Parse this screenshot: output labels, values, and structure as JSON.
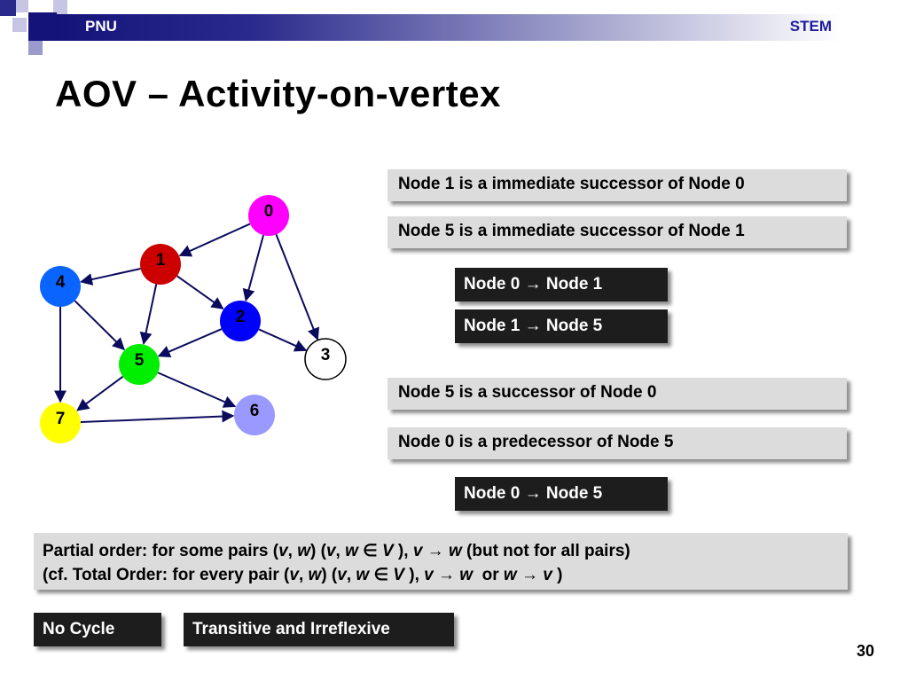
{
  "header": {
    "left_label": "PNU",
    "right_label": "STEM"
  },
  "title": "AOV – Activity-on-vertex",
  "graph": {
    "nodes": [
      {
        "id": "0",
        "color": "#ff00ff",
        "text_color": "#000000"
      },
      {
        "id": "1",
        "color": "#cc0000",
        "text_color": "#000000"
      },
      {
        "id": "2",
        "color": "#0000ff",
        "text_color": "#000000"
      },
      {
        "id": "3",
        "color": "#ffffff",
        "text_color": "#000000"
      },
      {
        "id": "4",
        "color": "#0a64ff",
        "text_color": "#000000"
      },
      {
        "id": "5",
        "color": "#00ee00",
        "text_color": "#000000"
      },
      {
        "id": "6",
        "color": "#9999ff",
        "text_color": "#000000"
      },
      {
        "id": "7",
        "color": "#ffff00",
        "text_color": "#000000"
      }
    ],
    "edges": [
      [
        "0",
        "1"
      ],
      [
        "0",
        "2"
      ],
      [
        "0",
        "3"
      ],
      [
        "1",
        "4"
      ],
      [
        "1",
        "2"
      ],
      [
        "1",
        "5"
      ],
      [
        "4",
        "5"
      ],
      [
        "4",
        "7"
      ],
      [
        "2",
        "5"
      ],
      [
        "2",
        "3"
      ],
      [
        "5",
        "7"
      ],
      [
        "5",
        "6"
      ],
      [
        "7",
        "6"
      ]
    ],
    "edge_color": "#0b0b5e"
  },
  "statements": {
    "s1": "Node 1 is a immediate successor of Node 0",
    "s2": "Node 5 is a immediate successor of Node 1",
    "d1": "Node 0 → Node 1",
    "d2": "Node 1 → Node 5",
    "s3": "Node 5 is a successor of Node 0",
    "s4": "Node 0 is a predecessor of Node 5",
    "d3": "Node 0 → Node 5"
  },
  "partial_order": {
    "line1": {
      "a": "Partial order: for some pairs (",
      "v1": "v",
      "c1": ", ",
      "w1": "w",
      "b": ") (",
      "v2": "v",
      "c2": ", ",
      "w2": "w",
      "in": " ∈ ",
      "V": "V",
      "d": " ), ",
      "v3": "v",
      "arrow": " → ",
      "w3": "w",
      "tail": " (but not for all pairs)"
    },
    "line2": {
      "a": "(cf. Total Order: for every pair (",
      "v1": "v",
      "c1": ", ",
      "w1": "w",
      "b": ") (",
      "v2": "v",
      "c2": ", ",
      "w2": "w",
      "in": " ∈ ",
      "V": "V",
      "d": " ), ",
      "v3": "v",
      "arrow": " → ",
      "w3": "w",
      "or": "  or ",
      "w4": "w",
      "arrow2": " → ",
      "v4": "v",
      "tail": " )"
    }
  },
  "footer": {
    "no_cycle": "No Cycle",
    "transitive": "Transitive and Irreflexive"
  },
  "page_number": "30",
  "colors": {
    "header_dark": "#13137a",
    "header_text_right": "#1c1c9c",
    "box_light": "#dcdcdc",
    "box_dark": "#1d1d1d"
  }
}
